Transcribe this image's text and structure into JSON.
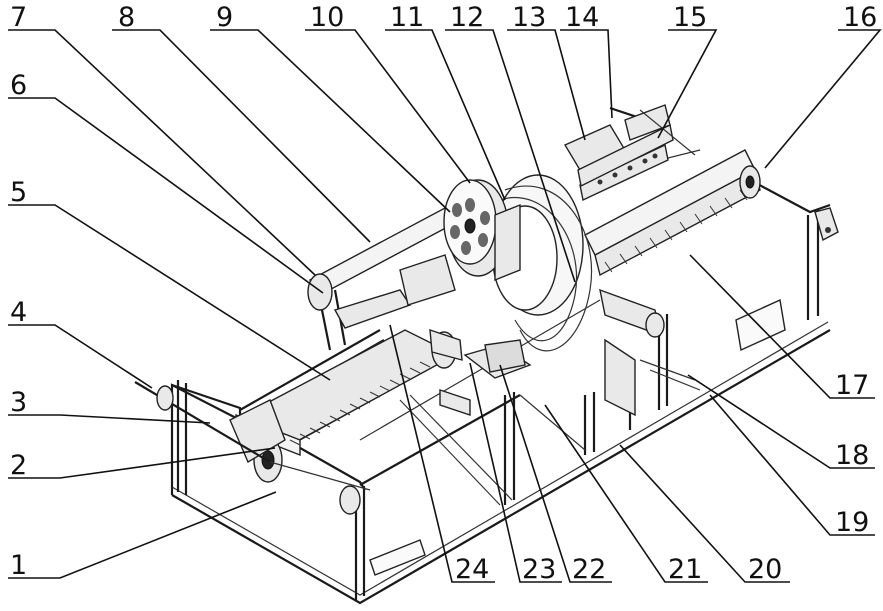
{
  "diagram": {
    "part_numbers": [
      "1",
      "2",
      "3",
      "4",
      "5",
      "6",
      "7",
      "8",
      "9",
      "10",
      "11",
      "12",
      "13",
      "14",
      "15",
      "16",
      "17",
      "18",
      "19",
      "20",
      "21",
      "22",
      "23",
      "24"
    ]
  }
}
